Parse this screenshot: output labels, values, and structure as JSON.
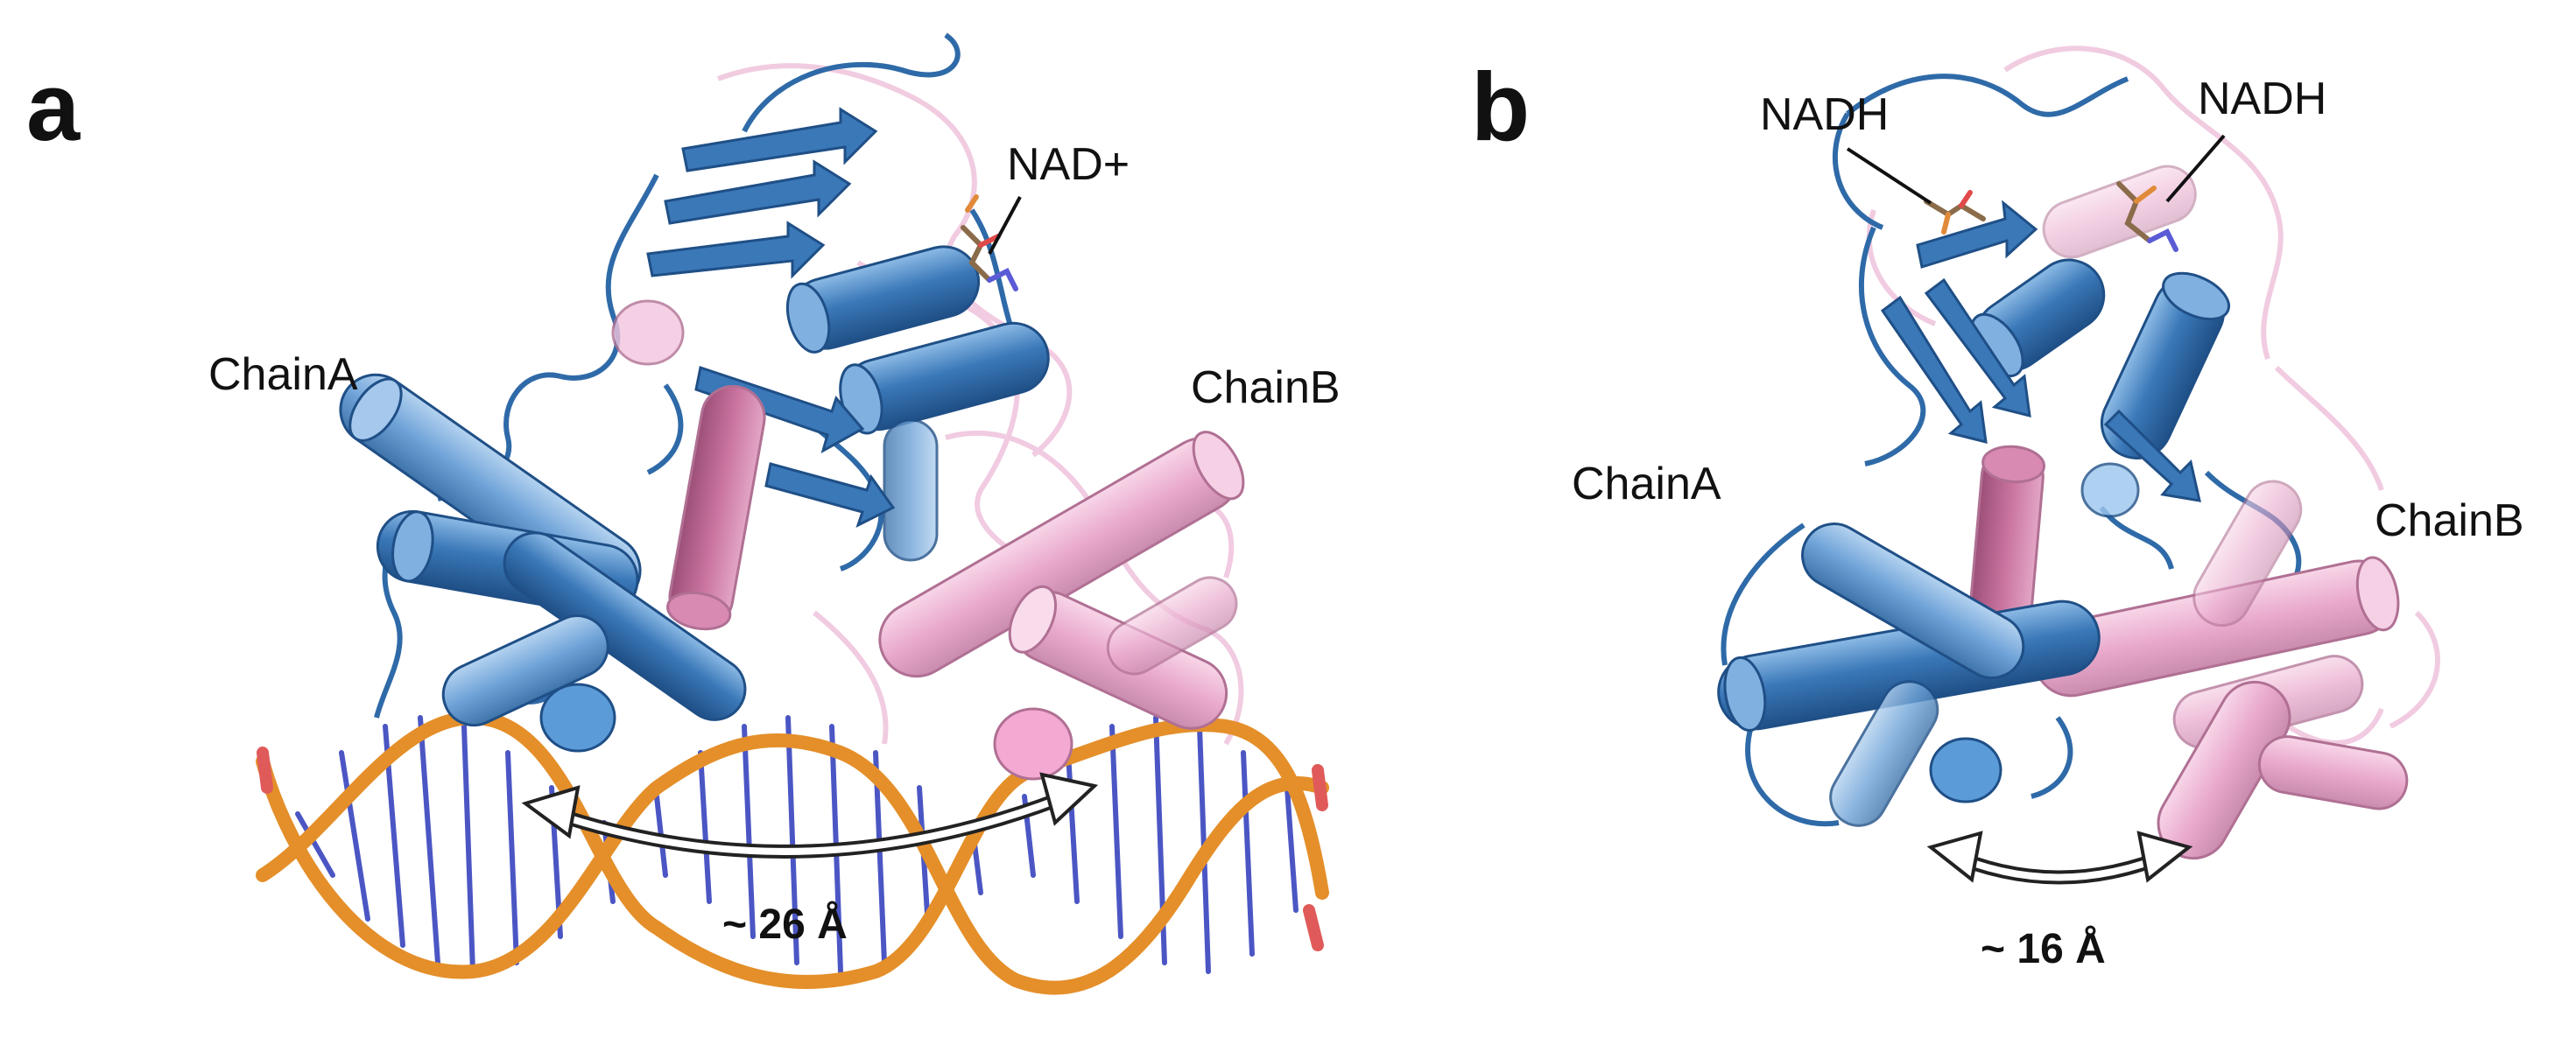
{
  "panels": [
    {
      "letter": "a",
      "chainA": "ChainA",
      "chainB": "ChainB",
      "ligand": "NAD+",
      "distance": "~ 26 Å"
    },
    {
      "letter": "b",
      "chainA": "ChainA",
      "chainB": "ChainB",
      "ligand_left": "NADH",
      "ligand_right": "NADH",
      "distance": "~ 16 Å"
    }
  ],
  "colors": {
    "chainA": "#3a78b8",
    "chainA_light": "#6fa3d8",
    "chainB": "#e9a9cc",
    "chainB_dark": "#c9739f",
    "dna_backbone": "#e48f2a",
    "dna_bases": "#4b56c4",
    "text": "#111111"
  }
}
